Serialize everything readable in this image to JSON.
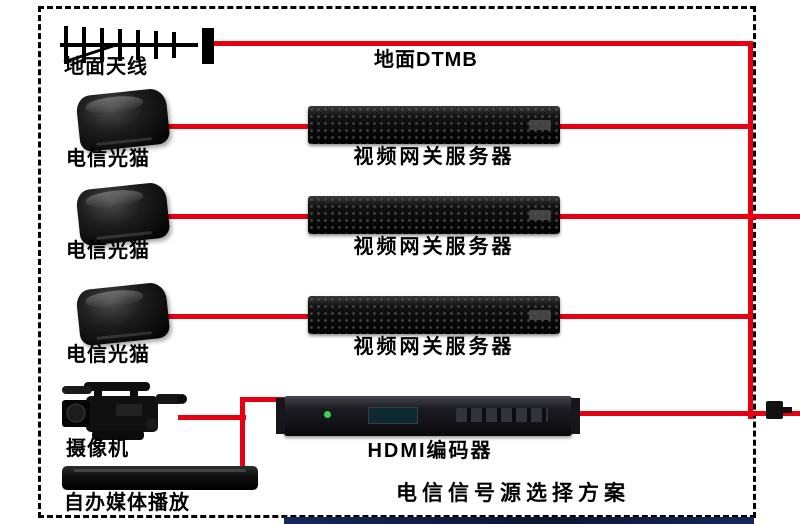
{
  "title": "电信信号源选择方案",
  "colors": {
    "line": "#e60012",
    "bar": "#15275a"
  },
  "top": {
    "antenna_label": "地面天线",
    "dtmb_label": "地面DTMB"
  },
  "rows": [
    {
      "modem_label": "电信光猫",
      "gateway_label": "视频网关服务器"
    },
    {
      "modem_label": "电信光猫",
      "gateway_label": "视频网关服务器"
    },
    {
      "modem_label": "电信光猫",
      "gateway_label": "视频网关服务器"
    }
  ],
  "bottom": {
    "camera_label": "摄像机",
    "encoder_label": "HDMI编码器",
    "media_label": "自办媒体播放"
  },
  "icons": {
    "antenna": "yagi-antenna-icon",
    "modem": "optical-modem-icon",
    "gateway": "rack-server-icon",
    "camera": "camcorder-icon",
    "encoder": "rack-encoder-icon",
    "media": "media-player-box-icon",
    "connector": "rf-connector-icon"
  }
}
